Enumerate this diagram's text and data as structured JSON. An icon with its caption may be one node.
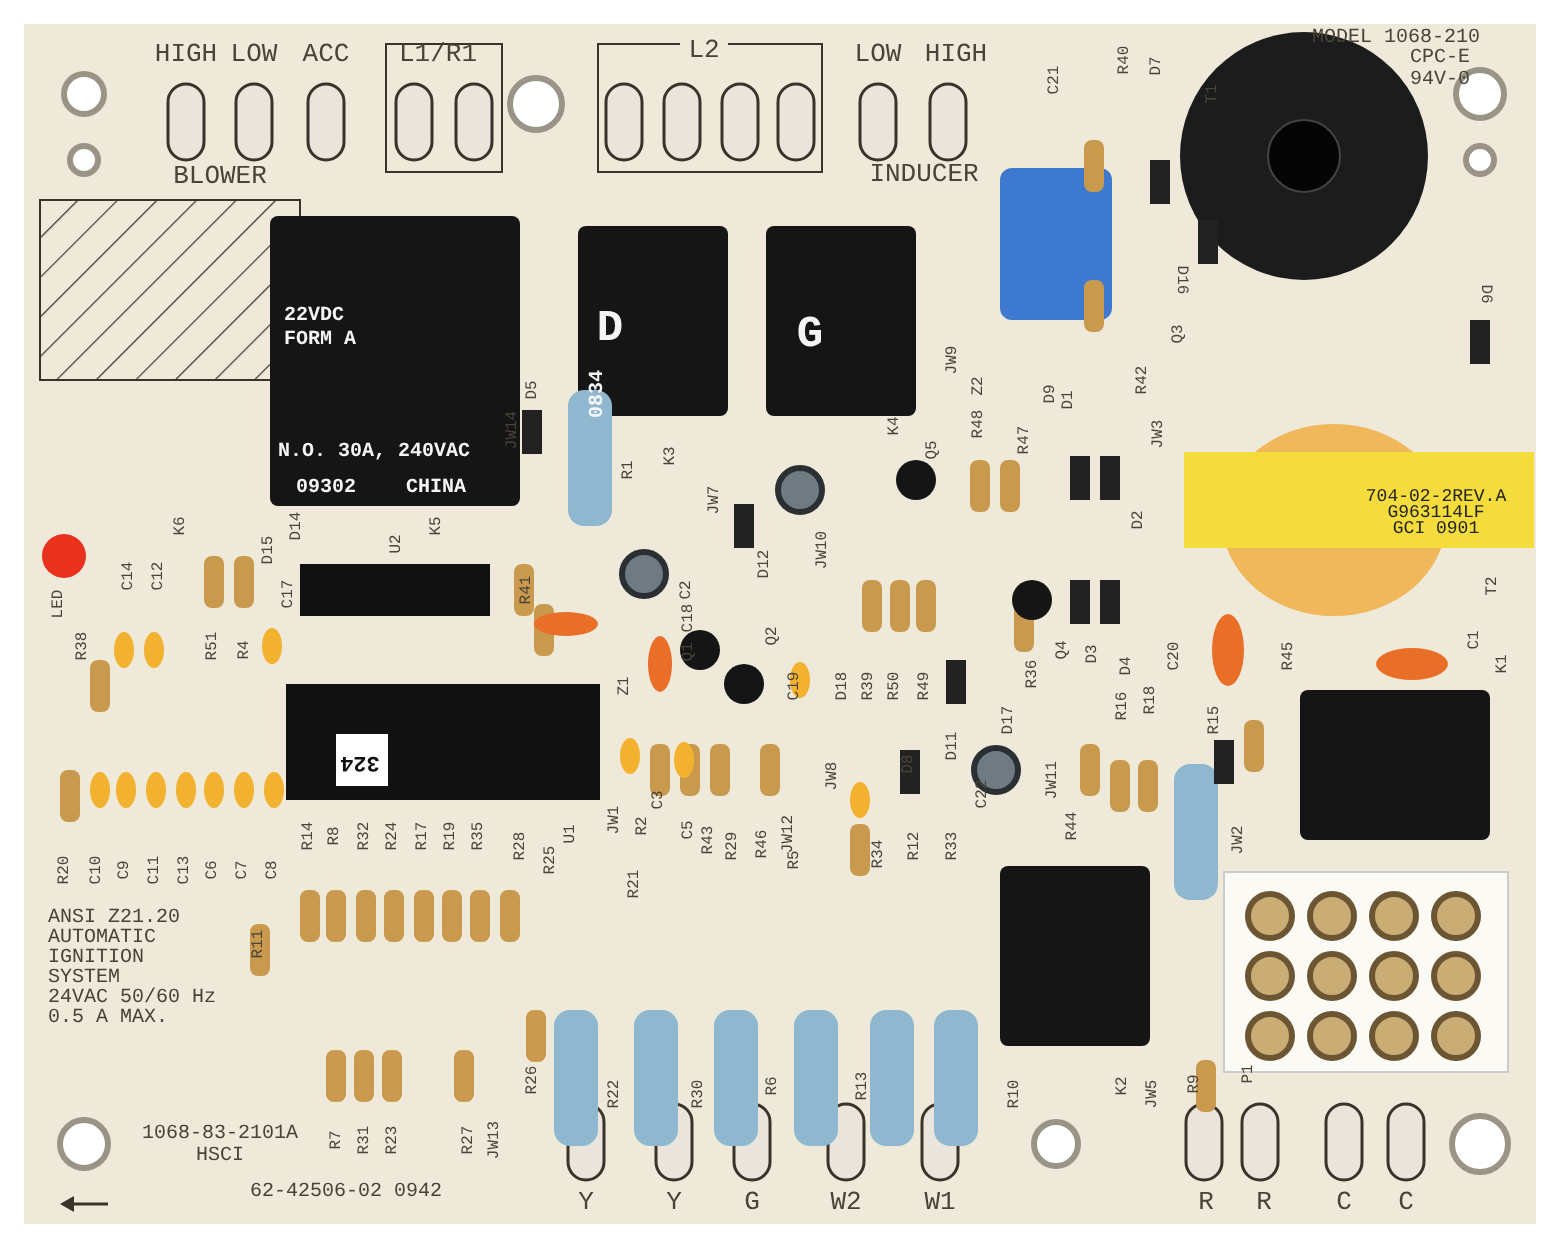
{
  "diagram": {
    "labels": [
      "HIGH",
      "LOW",
      "ACC",
      "L1/R1",
      "L2",
      "LOW",
      "HIGH",
      "BLOWER",
      "INDUCER",
      "C21",
      "R40",
      "D7",
      "MODEL 1068-210",
      "CPC-E",
      "94V-0",
      "T1",
      "22VDC FORM A",
      "N.O. 30A, 240VAC",
      "09302",
      "CHINA",
      "D",
      "0834",
      "G",
      "704-02-2REV.A",
      "G963114LF",
      "GCI 0901",
      "324",
      "LED",
      "R38",
      "C14",
      "C12",
      "K6",
      "R51",
      "R4",
      "D15",
      "D14",
      "C17",
      "U2",
      "K5",
      "R41",
      "D5",
      "JW14",
      "R1",
      "K3",
      "JW7",
      "C2",
      "D12",
      "Z1",
      "C18",
      "Q1",
      "Q2",
      "C19",
      "JW10",
      "K4",
      "Q5",
      "JW9",
      "Z2",
      "R48",
      "D9",
      "D1",
      "R47",
      "R42",
      "JW3",
      "D2",
      "Q3",
      "D16",
      "D6",
      "D18",
      "R39",
      "R50",
      "R49",
      "D11",
      "D17",
      "R36",
      "Q4",
      "D3",
      "D4",
      "R16",
      "R18",
      "C20",
      "R15",
      "R45",
      "T2",
      "C1",
      "K1",
      "JW8",
      "D8",
      "C22",
      "JW11",
      "JW2",
      "R20",
      "C10",
      "C9",
      "C11",
      "C13",
      "C6",
      "C7",
      "C8",
      "R14",
      "R8",
      "R32",
      "R24",
      "R17",
      "R19",
      "R35",
      "R28",
      "R25",
      "U1",
      "JW1",
      "R2",
      "C3",
      "C5",
      "R43",
      "R29",
      "R46",
      "JW12",
      "R5",
      "R34",
      "R12",
      "R33",
      "R44",
      "R11",
      "R21",
      "R22",
      "R30",
      "R6",
      "R13",
      "R10",
      "K2",
      "JW5",
      "R9",
      "P1",
      "R26",
      "R7",
      "R31",
      "R23",
      "R27",
      "JW13",
      "ANSI Z21.20",
      "AUTOMATIC",
      "IGNITION",
      "SYSTEM",
      "24VAC 50/60 Hz",
      "0.5 A MAX.",
      "1068-83-2101A",
      "HSCI",
      "62-42506-02 0942",
      "Y",
      "Y",
      "G",
      "W2",
      "W1",
      "R",
      "R",
      "C",
      "C"
    ]
  }
}
